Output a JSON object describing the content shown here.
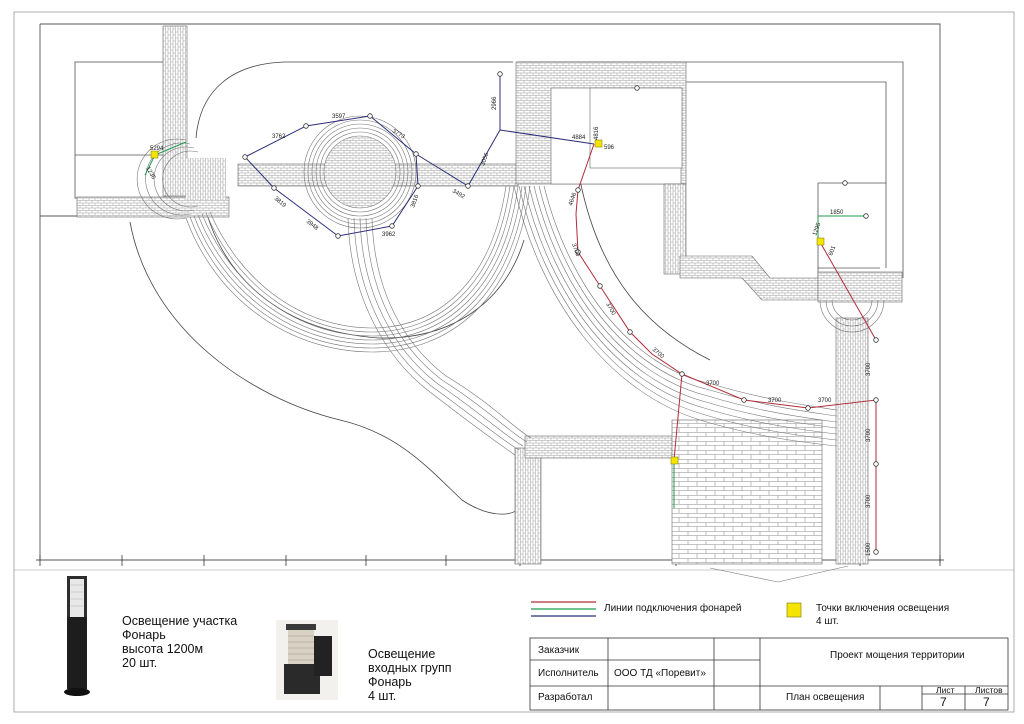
{
  "legend": {
    "lines_label": "Линии подключения фонарей",
    "line_colors": [
      "#b22c38",
      "#1f9a4e",
      "#2b2f7a"
    ],
    "points_label": "Точки включения освещения",
    "points_count": "4 шт.",
    "point_color": "#f4e400"
  },
  "fixtures": {
    "site_caption": [
      "Освещение участка",
      "Фонарь",
      "высота 1200м",
      "20 шт."
    ],
    "entrance_caption": [
      "Освещение",
      "входных групп",
      "Фонарь",
      "4 шт."
    ]
  },
  "title_block": {
    "customer_label": "Заказчик",
    "contractor_label": "Исполнитель",
    "contractor_value": "ООО ТД «Поревит»",
    "developer_label": "Разработал",
    "project_title": "Проект мощения территории",
    "sheet_title": "План освещения",
    "sheet_label": "Лист",
    "sheets_label": "Листов",
    "sheet_number": "7",
    "sheets_total": "7"
  },
  "plan_dimensions": {
    "red": [
      "4646",
      "3700",
      "3700",
      "3700",
      "3700",
      "3700",
      "3700",
      "3700",
      "3700",
      "3700",
      "1500",
      "601"
    ],
    "blue": [
      "3762",
      "3597",
      "3773",
      "3819",
      "3948",
      "3962",
      "3816",
      "3492",
      "3056",
      "2966",
      "4884",
      "4816",
      "596"
    ],
    "green": [
      "5294",
      "1236",
      "1850",
      "1295"
    ]
  }
}
